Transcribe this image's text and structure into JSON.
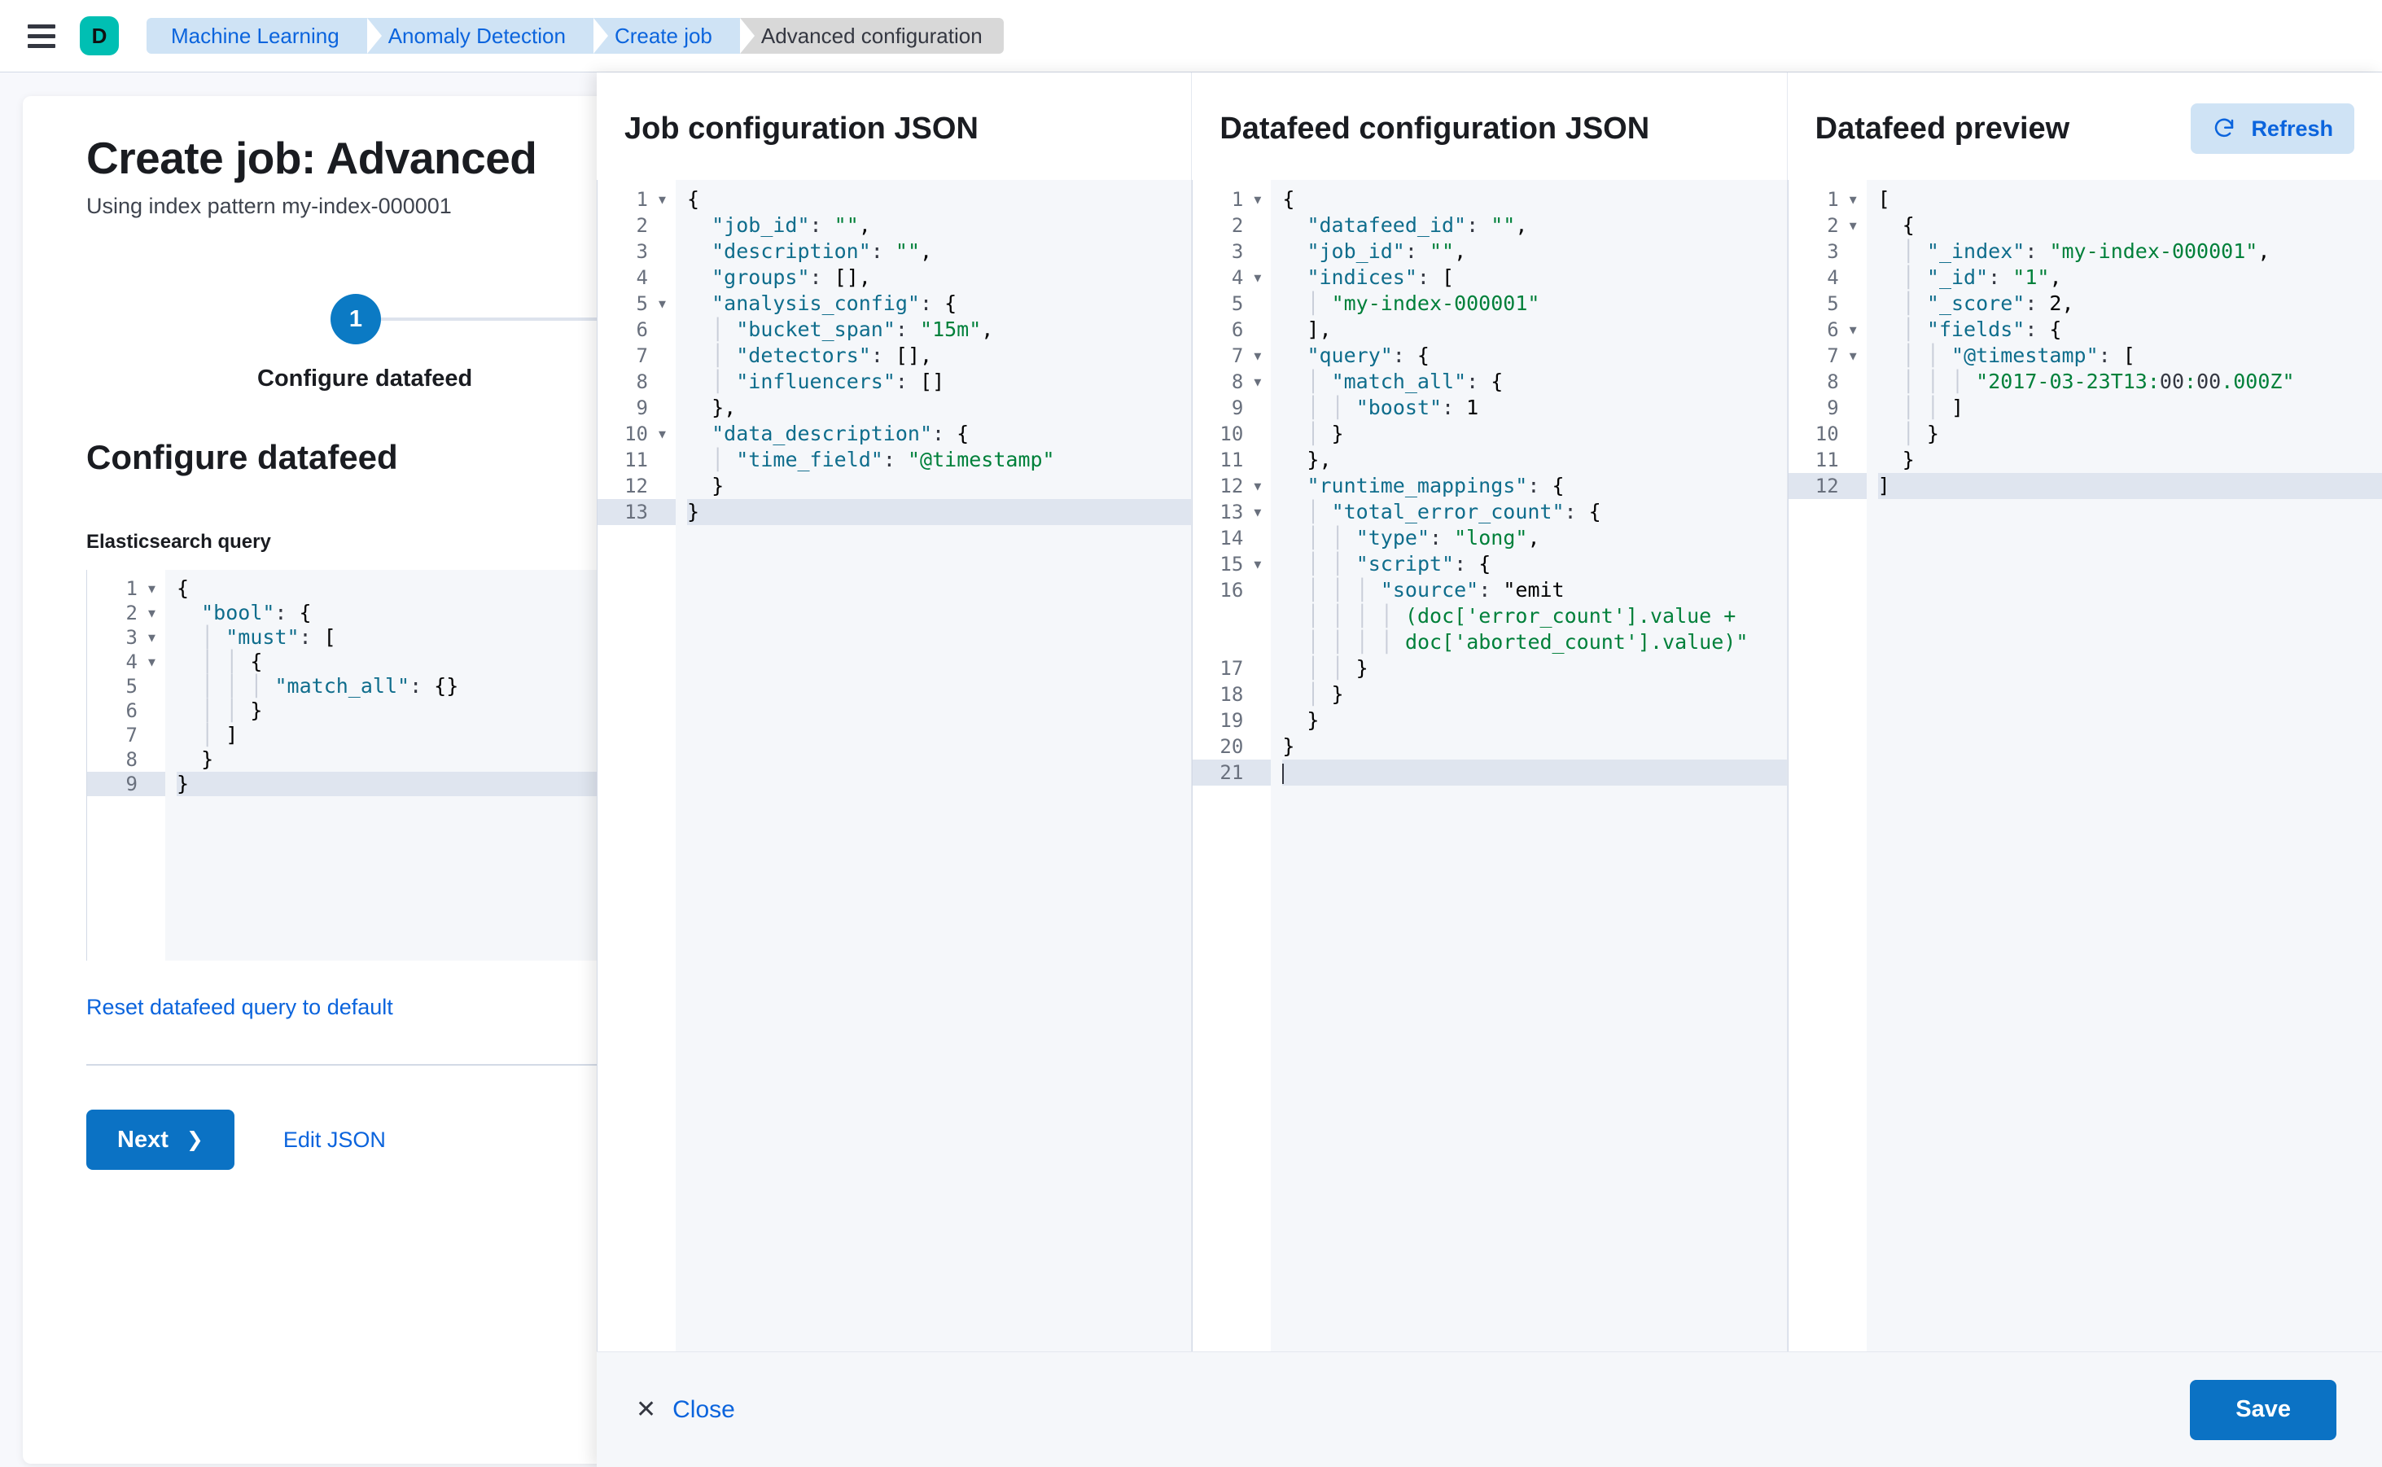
{
  "chrome": {
    "menu_icon": "hamburger-icon",
    "logo_letter": "D",
    "breadcrumbs": [
      {
        "label": "Machine Learning",
        "active": false
      },
      {
        "label": "Anomaly Detection",
        "active": false
      },
      {
        "label": "Create job",
        "active": false
      },
      {
        "label": "Advanced configuration",
        "active": true
      }
    ]
  },
  "wizard": {
    "title": "Create job: Advanced",
    "subtitle": "Using index pattern my-index-000001",
    "step_number": "1",
    "step_label": "Configure datafeed",
    "section_heading": "Configure datafeed",
    "query_field_label": "Elasticsearch query",
    "reset_link": "Reset datafeed query to default",
    "next_label": "Next",
    "next_chevron": "chevron-right-icon",
    "edit_json_label": "Edit JSON",
    "query_editor": {
      "active_line": 9,
      "lines": [
        {
          "n": 1,
          "fold": true,
          "text": "{"
        },
        {
          "n": 2,
          "fold": true,
          "text": "  \"bool\": {"
        },
        {
          "n": 3,
          "fold": true,
          "text": "    \"must\": ["
        },
        {
          "n": 4,
          "fold": true,
          "text": "      {"
        },
        {
          "n": 5,
          "fold": false,
          "text": "        \"match_all\": {}"
        },
        {
          "n": 6,
          "fold": false,
          "text": "      }"
        },
        {
          "n": 7,
          "fold": false,
          "text": "    ]"
        },
        {
          "n": 8,
          "fold": false,
          "text": "  }"
        },
        {
          "n": 9,
          "fold": false,
          "text": "}"
        }
      ]
    }
  },
  "flyout": {
    "columns": [
      {
        "title": "Job configuration JSON",
        "has_refresh": false,
        "editor": {
          "active_line": 13,
          "lines": [
            {
              "n": 1,
              "fold": true,
              "text": "{"
            },
            {
              "n": 2,
              "fold": false,
              "text": "  \"job_id\": \"\","
            },
            {
              "n": 3,
              "fold": false,
              "text": "  \"description\": \"\","
            },
            {
              "n": 4,
              "fold": false,
              "text": "  \"groups\": [],"
            },
            {
              "n": 5,
              "fold": true,
              "text": "  \"analysis_config\": {"
            },
            {
              "n": 6,
              "fold": false,
              "text": "    \"bucket_span\": \"15m\","
            },
            {
              "n": 7,
              "fold": false,
              "text": "    \"detectors\": [],"
            },
            {
              "n": 8,
              "fold": false,
              "text": "    \"influencers\": []"
            },
            {
              "n": 9,
              "fold": false,
              "text": "  },"
            },
            {
              "n": 10,
              "fold": true,
              "text": "  \"data_description\": {"
            },
            {
              "n": 11,
              "fold": false,
              "text": "    \"time_field\": \"@timestamp\""
            },
            {
              "n": 12,
              "fold": false,
              "text": "  }"
            },
            {
              "n": 13,
              "fold": false,
              "text": "}"
            }
          ]
        }
      },
      {
        "title": "Datafeed configuration JSON",
        "has_refresh": false,
        "editor": {
          "active_line": 21,
          "lines": [
            {
              "n": 1,
              "fold": true,
              "text": "{"
            },
            {
              "n": 2,
              "fold": false,
              "text": "  \"datafeed_id\": \"\","
            },
            {
              "n": 3,
              "fold": false,
              "text": "  \"job_id\": \"\","
            },
            {
              "n": 4,
              "fold": true,
              "text": "  \"indices\": ["
            },
            {
              "n": 5,
              "fold": false,
              "text": "    \"my-index-000001\""
            },
            {
              "n": 6,
              "fold": false,
              "text": "  ],"
            },
            {
              "n": 7,
              "fold": true,
              "text": "  \"query\": {"
            },
            {
              "n": 8,
              "fold": true,
              "text": "    \"match_all\": {"
            },
            {
              "n": 9,
              "fold": false,
              "text": "      \"boost\": 1"
            },
            {
              "n": 10,
              "fold": false,
              "text": "    }"
            },
            {
              "n": 11,
              "fold": false,
              "text": "  },"
            },
            {
              "n": 12,
              "fold": true,
              "text": "  \"runtime_mappings\": {"
            },
            {
              "n": 13,
              "fold": true,
              "text": "    \"total_error_count\": {"
            },
            {
              "n": 14,
              "fold": false,
              "text": "      \"type\": \"long\","
            },
            {
              "n": 15,
              "fold": true,
              "text": "      \"script\": {"
            },
            {
              "n": 16,
              "fold": false,
              "text": "        \"source\": \"emit\n          (doc['error_count'].value +\n          doc['aborted_count'].value)\""
            },
            {
              "n": 17,
              "fold": false,
              "text": "      }"
            },
            {
              "n": 18,
              "fold": false,
              "text": "    }"
            },
            {
              "n": 19,
              "fold": false,
              "text": "  }"
            },
            {
              "n": 20,
              "fold": false,
              "text": "}"
            },
            {
              "n": 21,
              "fold": false,
              "text": ""
            }
          ]
        }
      },
      {
        "title": "Datafeed preview",
        "has_refresh": true,
        "refresh_label": "Refresh",
        "refresh_icon": "refresh-icon",
        "editor": {
          "active_line": 12,
          "lines": [
            {
              "n": 1,
              "fold": true,
              "text": "["
            },
            {
              "n": 2,
              "fold": true,
              "text": "  {"
            },
            {
              "n": 3,
              "fold": false,
              "text": "    \"_index\": \"my-index-000001\","
            },
            {
              "n": 4,
              "fold": false,
              "text": "    \"_id\": \"1\","
            },
            {
              "n": 5,
              "fold": false,
              "text": "    \"_score\": 2,"
            },
            {
              "n": 6,
              "fold": true,
              "text": "    \"fields\": {"
            },
            {
              "n": 7,
              "fold": true,
              "text": "      \"@timestamp\": ["
            },
            {
              "n": 8,
              "fold": false,
              "text": "        \"2017-03-23T13:00:00.000Z\""
            },
            {
              "n": 9,
              "fold": false,
              "text": "      ]"
            },
            {
              "n": 10,
              "fold": false,
              "text": "    }"
            },
            {
              "n": 11,
              "fold": false,
              "text": "  }"
            },
            {
              "n": 12,
              "fold": false,
              "text": "]"
            }
          ]
        }
      }
    ],
    "footer": {
      "close_label": "Close",
      "close_icon": "close-x-icon",
      "save_label": "Save"
    }
  },
  "colors": {
    "primary_blue": "#0b72c4",
    "link_blue": "#0b64dd",
    "brand_teal": "#00bfb3",
    "crumb_blue": "#cfe3f5",
    "crumb_gray": "#d8d8d8",
    "editor_bg": "#f5f7fa",
    "active_line": "#dfe5ef",
    "json_key": "#0f6d8c",
    "json_string": "#00803a"
  }
}
